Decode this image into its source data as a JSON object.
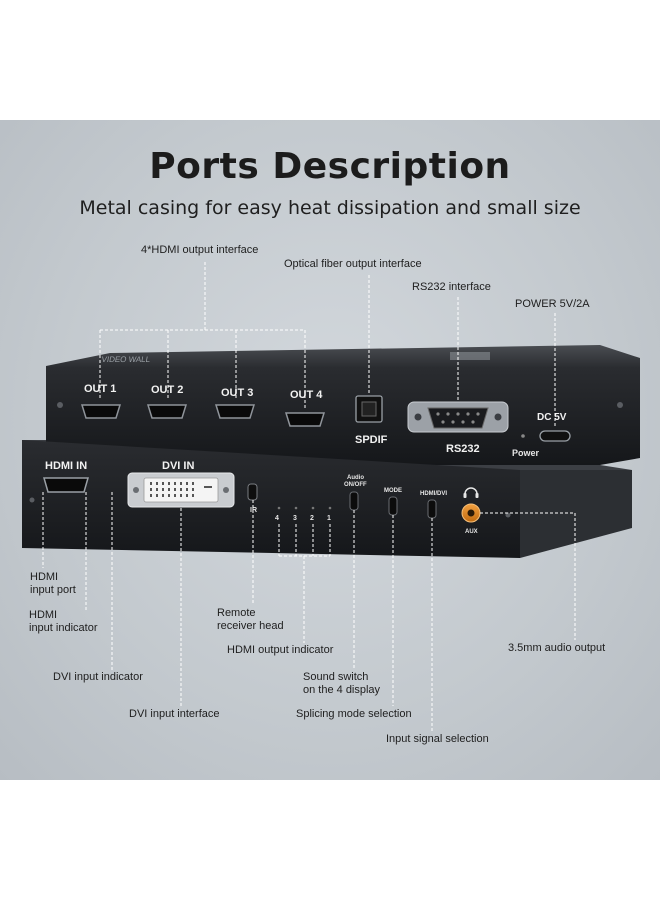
{
  "header": {
    "title": "Ports Description",
    "subtitle": "Metal casing for easy heat dissipation and small size"
  },
  "top_unit": {
    "ports": [
      "OUT 1",
      "OUT 2",
      "OUT 3",
      "OUT 4"
    ],
    "spdif": "SPDIF",
    "rs232": "RS232",
    "dc": "DC 5V",
    "power": "Power"
  },
  "front_unit": {
    "hdmi_in": "HDMI IN",
    "dvi_in": "DVI IN",
    "ir": "IR",
    "led_numbers": [
      "4",
      "3",
      "2",
      "1"
    ],
    "audio_switch": [
      "Audio",
      "ON/OFF"
    ],
    "mode": "MODE",
    "hdmi_dvi": "HDMI/DVI",
    "aux": "AUX"
  },
  "callouts": {
    "hdmi_output_interface": "4*HDMI output interface",
    "optical_fiber": "Optical fiber output interface",
    "rs232_interface": "RS232 interface",
    "power_5v": "POWER 5V/2A",
    "hdmi_input_port": [
      "HDMI",
      "input port"
    ],
    "hdmi_input_indicator": [
      "HDMI",
      "input indicator"
    ],
    "dvi_input_indicator": "DVI input indicator",
    "dvi_input_interface": "DVI input interface",
    "remote_receiver": [
      "Remote",
      "receiver head"
    ],
    "hdmi_output_indicator": "HDMI output indicator",
    "sound_switch": [
      "Sound switch",
      "on the 4 display"
    ],
    "splicing_mode": "Splicing mode selection",
    "input_signal": "Input signal selection",
    "audio_output": "3.5mm audio output"
  },
  "colors": {
    "panel_bg": "#c3c9ce",
    "device_body": "#1d1f22",
    "callout_line": "#ffffff",
    "aux_jack": "#e08a2a"
  }
}
